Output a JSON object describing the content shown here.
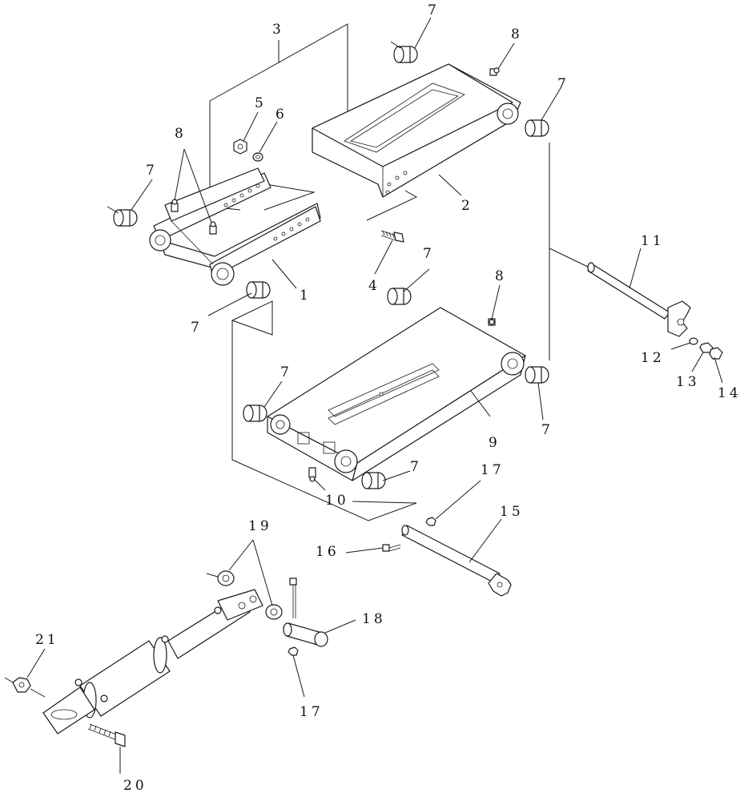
{
  "callouts": [
    {
      "id": "c1",
      "text": "1"
    },
    {
      "id": "c2",
      "text": "2"
    },
    {
      "id": "c3",
      "text": "3"
    },
    {
      "id": "c4",
      "text": "4"
    },
    {
      "id": "c5",
      "text": "5"
    },
    {
      "id": "c6",
      "text": "6"
    },
    {
      "id": "c7a",
      "text": "7"
    },
    {
      "id": "c7b",
      "text": "7"
    },
    {
      "id": "c7c",
      "text": "7"
    },
    {
      "id": "c7d",
      "text": "7"
    },
    {
      "id": "c7e",
      "text": "7"
    },
    {
      "id": "c7f",
      "text": "7"
    },
    {
      "id": "c7g",
      "text": "7"
    },
    {
      "id": "c7h",
      "text": "7"
    },
    {
      "id": "c8a",
      "text": "8"
    },
    {
      "id": "c8b",
      "text": "8"
    },
    {
      "id": "c8c",
      "text": "8"
    },
    {
      "id": "c9",
      "text": "9"
    },
    {
      "id": "c10",
      "text": "10"
    },
    {
      "id": "c11",
      "text": "11"
    },
    {
      "id": "c12",
      "text": "12"
    },
    {
      "id": "c13",
      "text": "13"
    },
    {
      "id": "c14",
      "text": "14"
    },
    {
      "id": "c15",
      "text": "15"
    },
    {
      "id": "c16",
      "text": "16"
    },
    {
      "id": "c17a",
      "text": "17"
    },
    {
      "id": "c17b",
      "text": "17"
    },
    {
      "id": "c18",
      "text": "18"
    },
    {
      "id": "c19",
      "text": "19"
    },
    {
      "id": "c20",
      "text": "20"
    },
    {
      "id": "c21",
      "text": "21"
    }
  ]
}
